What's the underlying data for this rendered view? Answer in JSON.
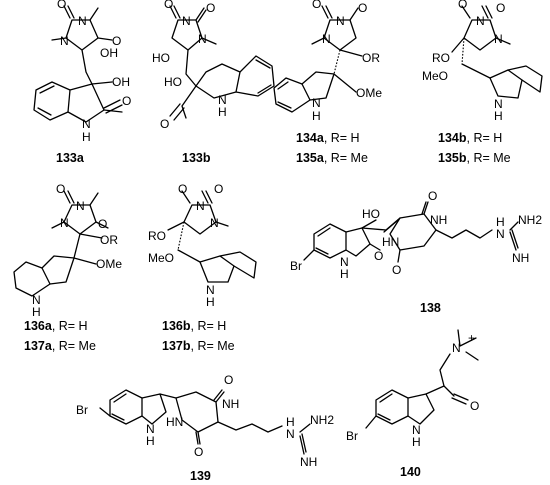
{
  "compounds": [
    {
      "id": "133a",
      "caption_id": "133a",
      "caption_rest": "",
      "atoms": [
        "O",
        "N",
        "O",
        "N",
        "OH",
        "OH",
        "O",
        "N",
        "H"
      ]
    },
    {
      "id": "133b",
      "caption_id": "133b",
      "caption_rest": "",
      "atoms": [
        "O",
        "N",
        "O",
        "N",
        "HO",
        "HO",
        "O",
        "N",
        "H"
      ]
    },
    {
      "id": "134a",
      "caption_id": "134a",
      "caption_rest": ", R= H",
      "atoms": [
        "O",
        "N",
        "O",
        "N",
        "OR",
        "OMe",
        "N",
        "H"
      ]
    },
    {
      "id": "135a",
      "caption_id": "135a",
      "caption_rest": ", R= Me"
    },
    {
      "id": "134b",
      "caption_id": "134b",
      "caption_rest": ", R= H",
      "atoms": [
        "O",
        "N",
        "O",
        "N",
        "RO",
        "MeO",
        "N",
        "H"
      ]
    },
    {
      "id": "135b",
      "caption_id": "135b",
      "caption_rest": ", R= Me"
    },
    {
      "id": "136a",
      "caption_id": "136a",
      "caption_rest": ", R= H",
      "atoms": [
        "O",
        "N",
        "O",
        "N",
        "OR",
        "OMe",
        "N",
        "H"
      ]
    },
    {
      "id": "137a",
      "caption_id": "137a",
      "caption_rest": ", R= Me"
    },
    {
      "id": "136b",
      "caption_id": "136b",
      "caption_rest": ", R= H",
      "atoms": [
        "O",
        "N",
        "O",
        "N",
        "RO",
        "MeO",
        "N",
        "H"
      ]
    },
    {
      "id": "137b",
      "caption_id": "137b",
      "caption_rest": ", R= Me"
    },
    {
      "id": "138",
      "caption_id": "138",
      "caption_rest": "",
      "atoms": [
        "HO",
        "O",
        "NH",
        "Br",
        "N",
        "H",
        "O",
        "HN",
        "O",
        "H",
        "N",
        "NH2",
        "NH"
      ]
    },
    {
      "id": "139",
      "caption_id": "139",
      "caption_rest": "",
      "atoms": [
        "O",
        "NH",
        "Br",
        "N",
        "H",
        "HN",
        "O",
        "H",
        "N",
        "NH2",
        "NH"
      ]
    },
    {
      "id": "140",
      "caption_id": "140",
      "caption_rest": "",
      "atoms": [
        "N",
        "+",
        "O",
        "Br",
        "N",
        "H"
      ]
    }
  ]
}
